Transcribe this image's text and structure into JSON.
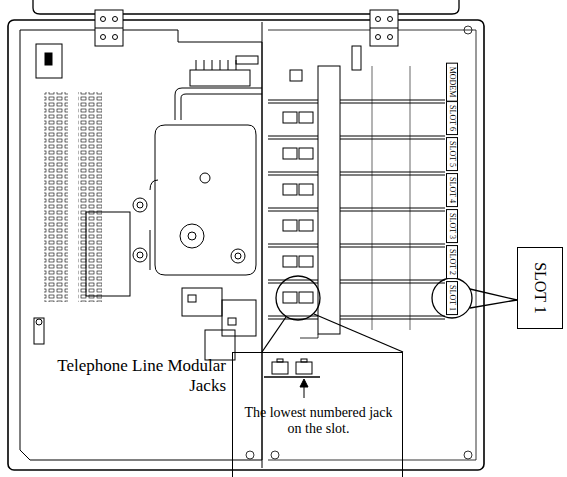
{
  "diagram": {
    "nodes": [
      {
        "text": [
          "SLOT 1"
        ]
      },
      {
        "text": [
          "The lowest numbered jack on the slot."
        ]
      }
    ],
    "labels": [
      "MODEM",
      "SLOT 6",
      "SLOT 5",
      "SLOT 4",
      "SLOT 3",
      "SLOT 2",
      "SLOT 1",
      "Telephone Line Modular Jacks"
    ]
  }
}
